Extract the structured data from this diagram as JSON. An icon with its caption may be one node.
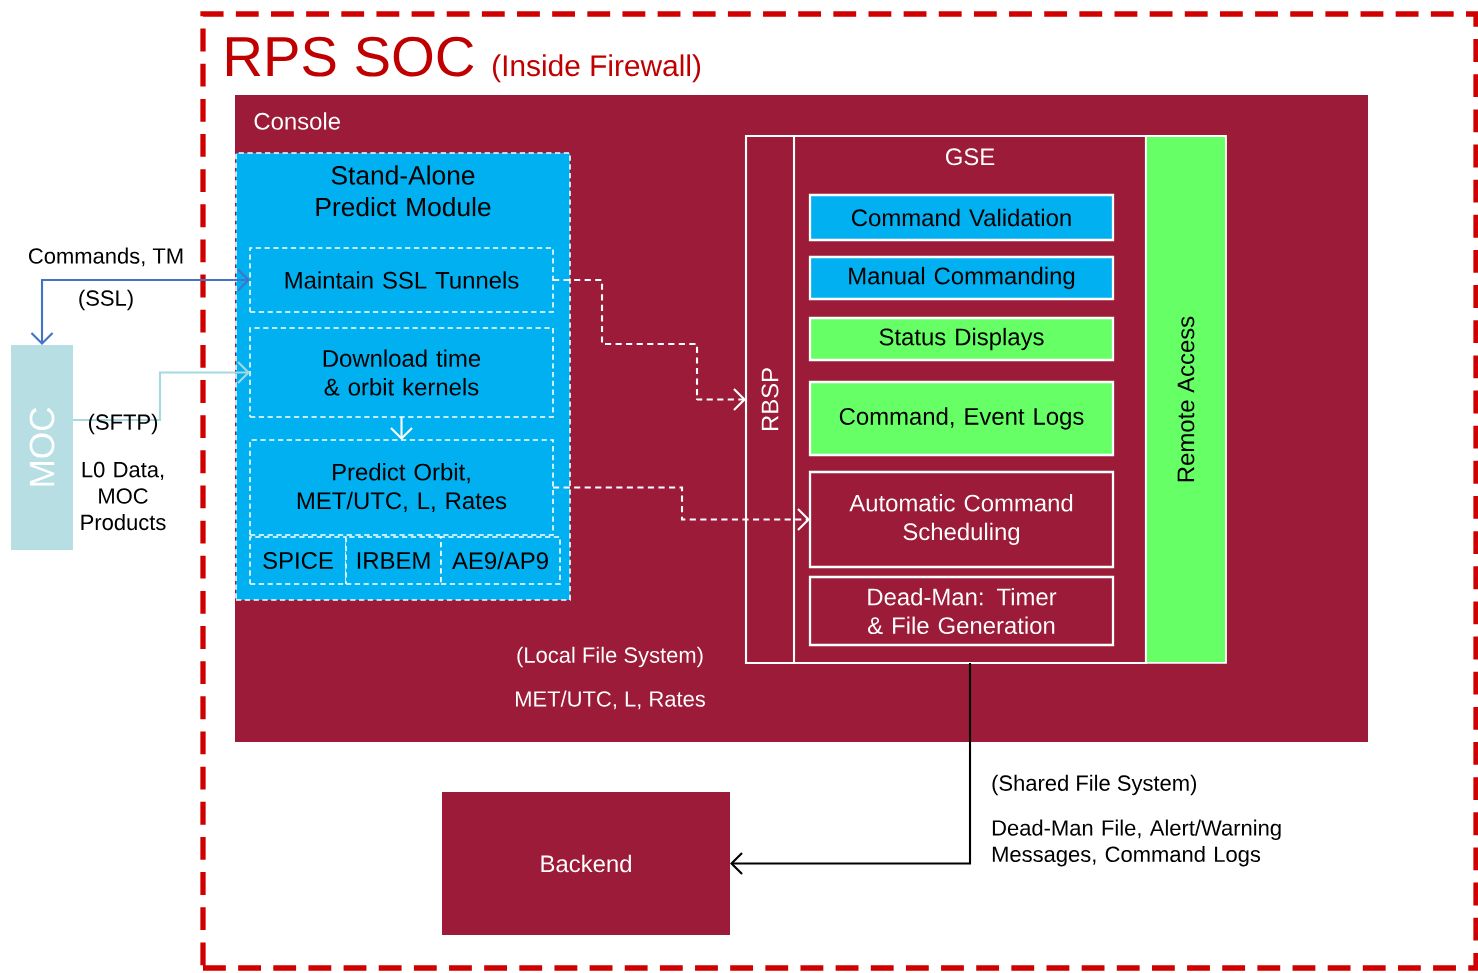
{
  "diagram": {
    "nodes": [
      {
        "text": [
          "RPS SOC",
          "(Inside Firewall)"
        ]
      },
      {
        "text": [
          "Console"
        ],
        "in": 0
      },
      {
        "text": [
          "Stand-Alone Predict Module"
        ],
        "in": 1
      },
      {
        "text": [
          "Maintain SSL Tunnels"
        ],
        "in": 2
      },
      {
        "text": [
          "Download time & orbit kernels"
        ],
        "in": 2
      },
      {
        "text": [
          "Predict Orbit, MET/UTC, L, Rates"
        ],
        "in": 2
      },
      {
        "text": [
          "SPICE"
        ],
        "in": 2
      },
      {
        "text": [
          "IRBEM"
        ],
        "in": 2
      },
      {
        "text": [
          "AE9/AP9"
        ],
        "in": 2
      },
      {
        "text": [
          "RBSP"
        ],
        "in": 1
      },
      {
        "text": [
          "GSE"
        ],
        "in": 9
      },
      {
        "text": [
          "Command Validation"
        ],
        "in": 10
      },
      {
        "text": [
          "Manual Commanding"
        ],
        "in": 10
      },
      {
        "text": [
          "Status Displays"
        ],
        "in": 10
      },
      {
        "text": [
          "Command, Event Logs"
        ],
        "in": 10
      },
      {
        "text": [
          "Automatic Command Scheduling"
        ],
        "in": 10
      },
      {
        "text": [
          "Dead-Man: Timer & File Generation"
        ],
        "in": 10
      },
      {
        "text": [
          "Remote Access"
        ],
        "in": 1
      },
      {
        "text": [
          "Backend"
        ],
        "in": 0
      },
      {
        "text": [
          "MOC"
        ]
      }
    ],
    "edges": [
      {
        "from": 19,
        "to": 3,
        "arrow": "both",
        "color": "#4472c4"
      },
      {
        "from": 19,
        "to": 4,
        "arrow": "to",
        "color": "#a5d8e0"
      },
      {
        "from": 4,
        "to": 5,
        "arrow": "to"
      },
      {
        "from": 3,
        "to": 9,
        "arrow": "to",
        "style": "dashed"
      },
      {
        "from": 5,
        "to": 15,
        "arrow": "to",
        "style": "dashed"
      },
      {
        "from": 10,
        "to": 18,
        "arrow": "to",
        "color": "#000000"
      }
    ],
    "labels": [
      "Commands, TM",
      "(SSL)",
      "(SFTP)",
      "L0 Data, MOC Products",
      "(Local File System)",
      "MET/UTC, L, Rates",
      "(Shared File System)",
      "Dead-Man File, Alert/Warning Messages, Command Logs"
    ]
  }
}
